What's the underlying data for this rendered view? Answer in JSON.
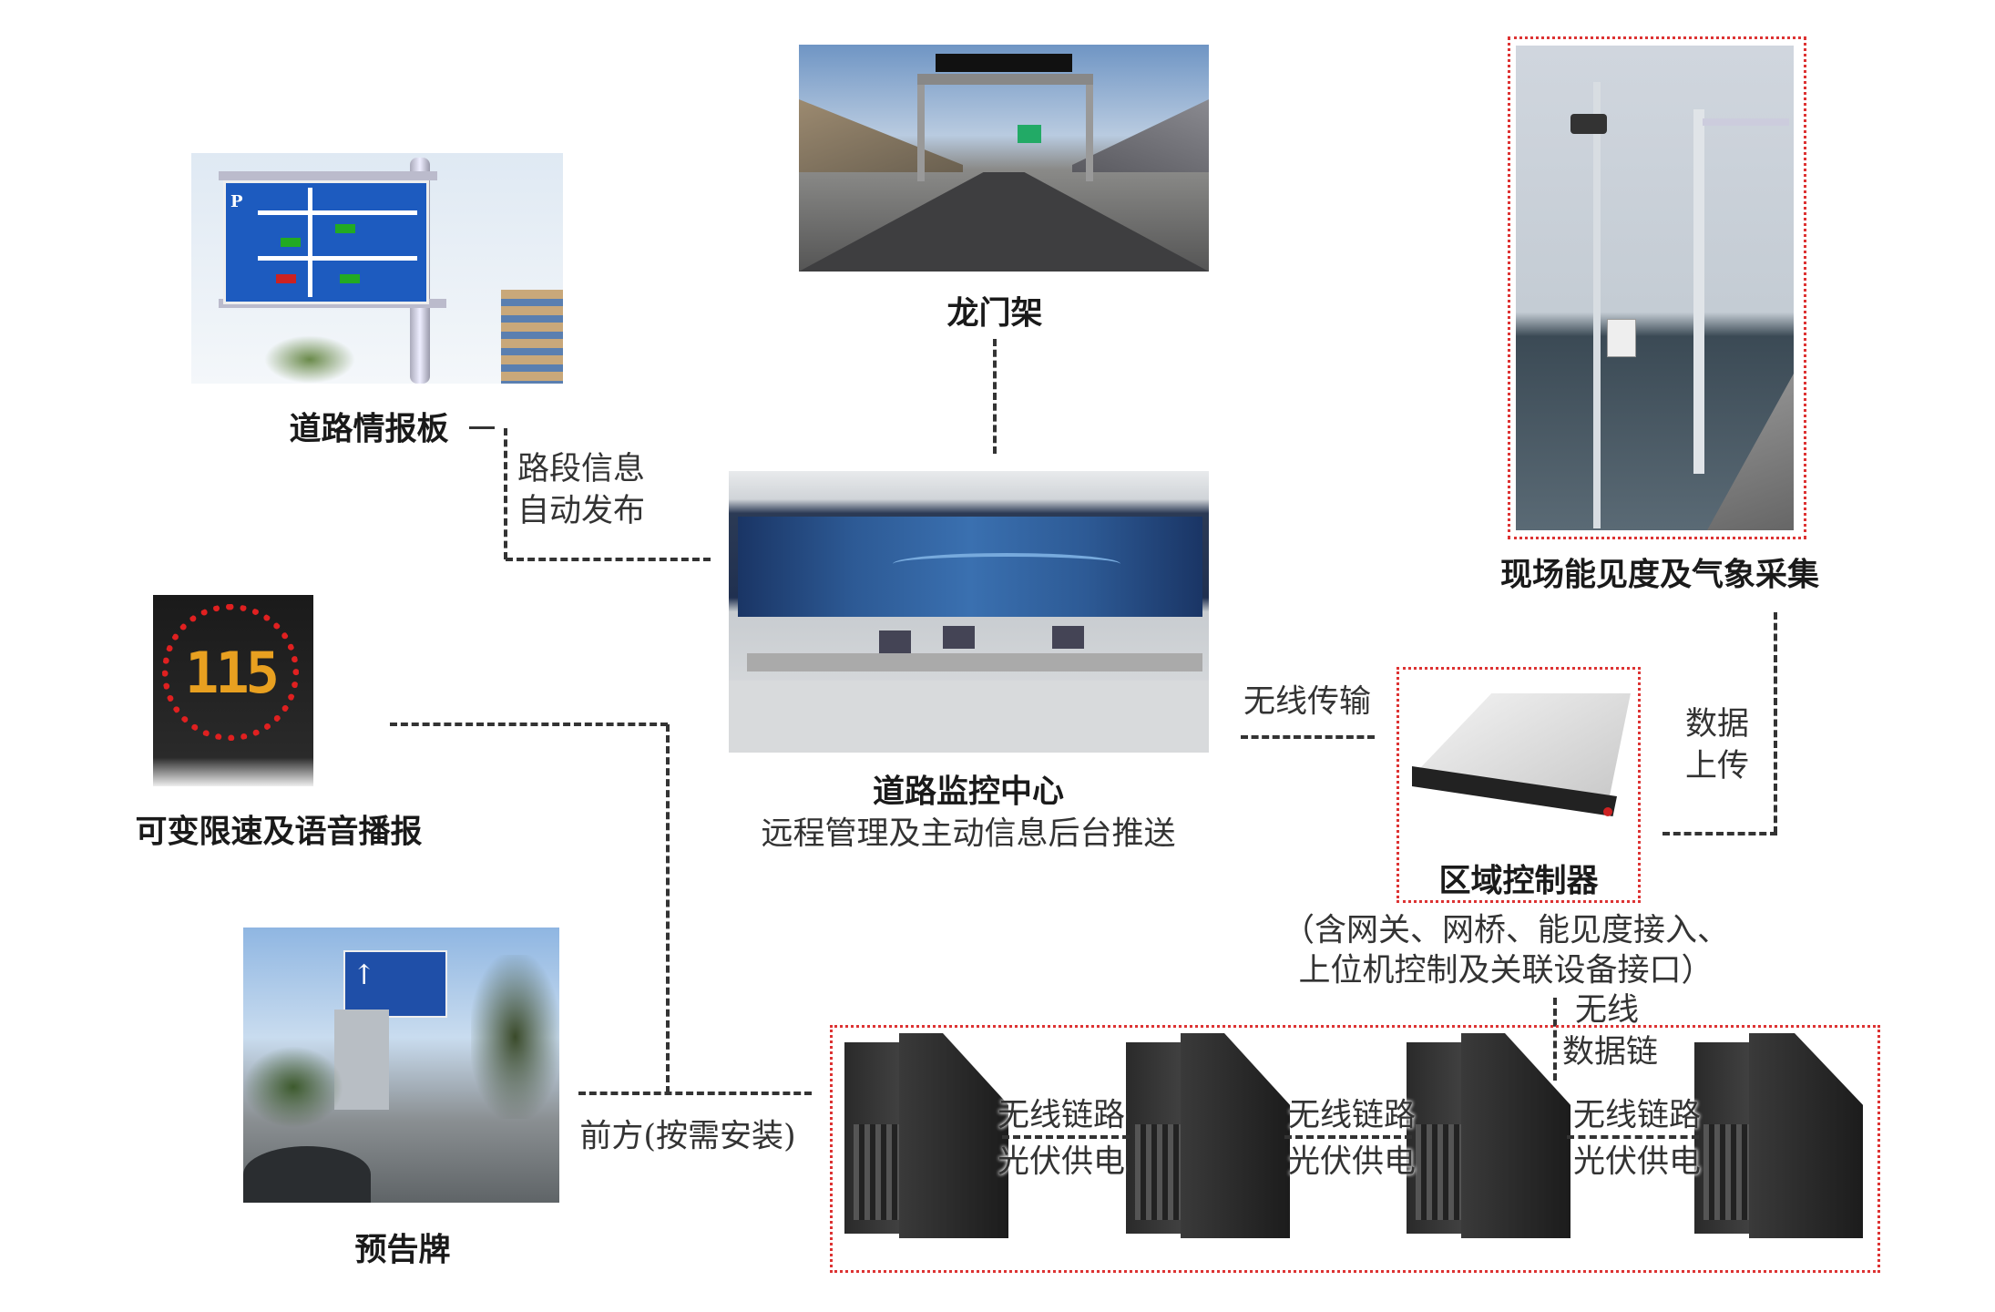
{
  "nodes": {
    "road_info_board": {
      "label": "道路情报板",
      "link_label_line1": "路段信息",
      "link_label_line2": "自动发布"
    },
    "gantry": {
      "label": "龙门架"
    },
    "weather": {
      "label": "现场能见度及气象采集",
      "link_label_line1": "数据",
      "link_label_line2": "上传"
    },
    "monitor_center": {
      "label": "道路监控中心",
      "sublabel": "远程管理及主动信息后台推送"
    },
    "speed_sign": {
      "label": "可变限速及语音播报",
      "display_value": "115"
    },
    "regional_controller": {
      "label": "区域控制器",
      "note_line1": "（含网关、网桥、能见度接入、",
      "note_line2": "上位机控制及关联设备接口）",
      "wireless_label": "无线传输",
      "datalink_line1": "无线",
      "datalink_line2": "数据链"
    },
    "warning_sign": {
      "label": "预告牌",
      "link_label": "前方(按需安装)"
    },
    "field_links": [
      {
        "line1": "无线链路",
        "line2": "光伏供电"
      },
      {
        "line1": "无线链路",
        "line2": "光伏供电"
      },
      {
        "line1": "无线链路",
        "line2": "光伏供电"
      }
    ]
  },
  "colors": {
    "connector": "#333333",
    "highlight_border": "#dd3333",
    "speed_led": "#e8a020",
    "led_ring": "#e02020"
  }
}
